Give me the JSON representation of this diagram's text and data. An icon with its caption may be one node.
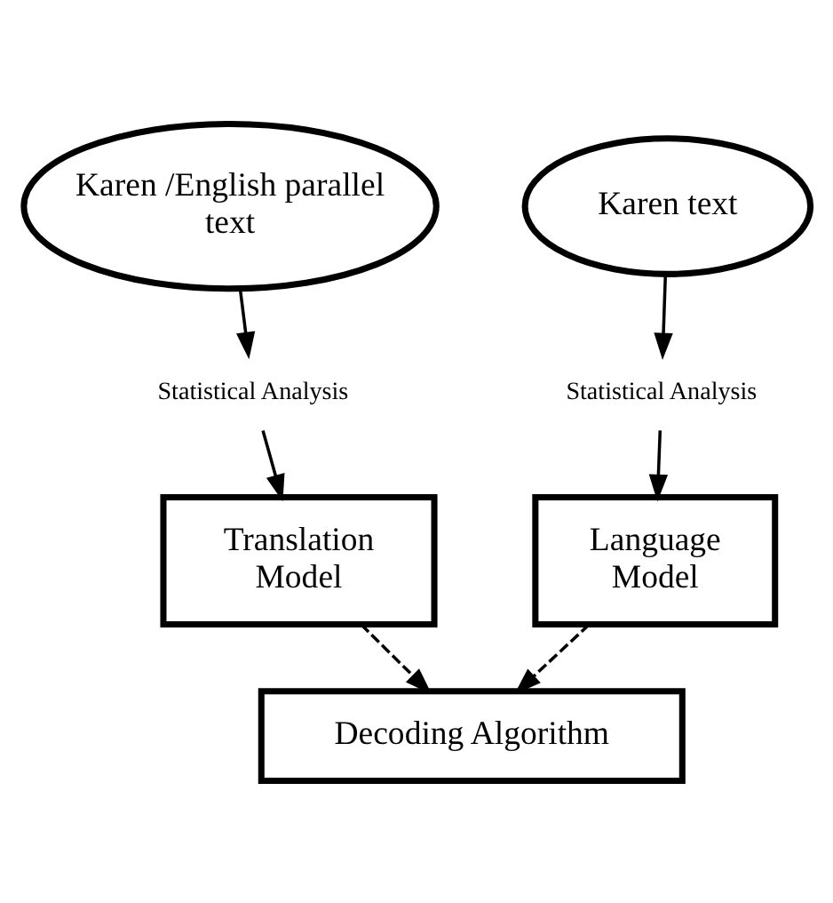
{
  "diagram": {
    "nodes": [
      {
        "text": [
          "Karen /English parallel text"
        ]
      },
      {
        "text": [
          "Karen text"
        ]
      },
      {
        "text": [
          "Statistical Analysis"
        ]
      },
      {
        "text": [
          "Statistical Analysis"
        ]
      },
      {
        "text": [
          "Translation Model"
        ]
      },
      {
        "text": [
          "Language Model"
        ]
      },
      {
        "text": [
          "Decoding Algorithm"
        ]
      }
    ],
    "edges": [
      {
        "from": 0,
        "to": 2,
        "arrow": "to"
      },
      {
        "from": 2,
        "to": 4,
        "arrow": "to"
      },
      {
        "from": 1,
        "to": 3,
        "arrow": "to"
      },
      {
        "from": 3,
        "to": 5,
        "arrow": "to"
      },
      {
        "from": 4,
        "to": 6,
        "arrow": "to",
        "style": "dashed"
      },
      {
        "from": 5,
        "to": 6,
        "arrow": "to",
        "style": "dashed"
      }
    ]
  }
}
